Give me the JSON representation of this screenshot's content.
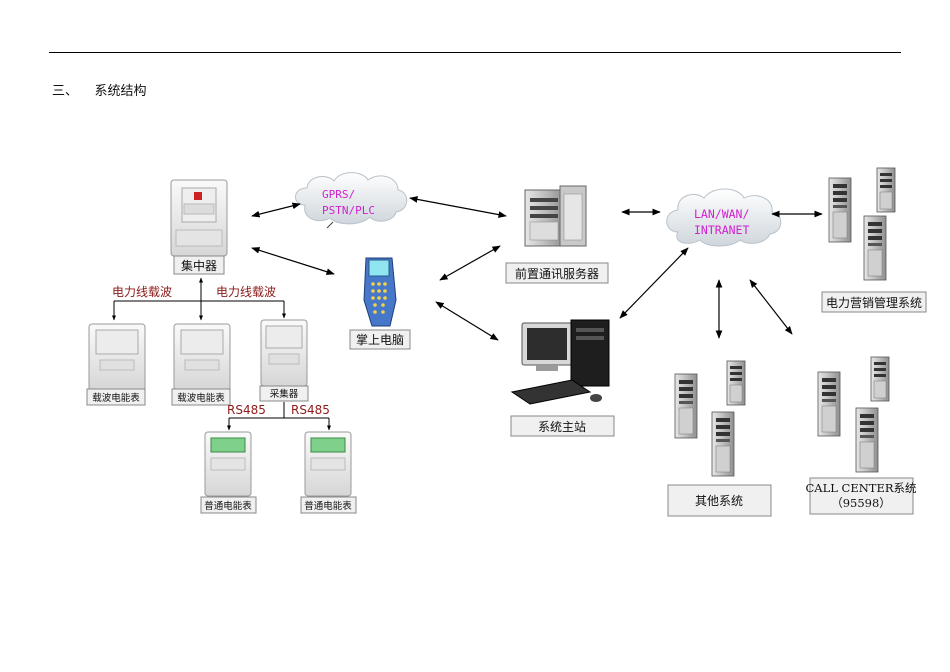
{
  "heading": {
    "number": "三、",
    "title": "系统结构"
  },
  "diagram": {
    "concentrator": "集中器",
    "cloud_gprs_line1": "GPRS/",
    "cloud_gprs_line2": "PSTN/PLC",
    "frontend_server": "前置通讯服务器",
    "wan_line1": "LAN/WAN/",
    "wan_line2": "INTRANET",
    "marketing_system": "电力营销管理系统",
    "handheld": "掌上电脑",
    "plc_left": "电力线载波",
    "plc_right": "电力线载波",
    "carrier_meter_1": "载波电能表",
    "carrier_meter_2": "载波电能表",
    "collector": "采集器",
    "rs485_left": "RS485",
    "rs485_right": "RS485",
    "master_station": "系统主站",
    "ordinary_meter_1": "普通电能表",
    "ordinary_meter_2": "普通电能表",
    "other_systems": "其他系统",
    "call_center_line1": "CALL CENTER系统",
    "call_center_line2": "（95598）"
  }
}
